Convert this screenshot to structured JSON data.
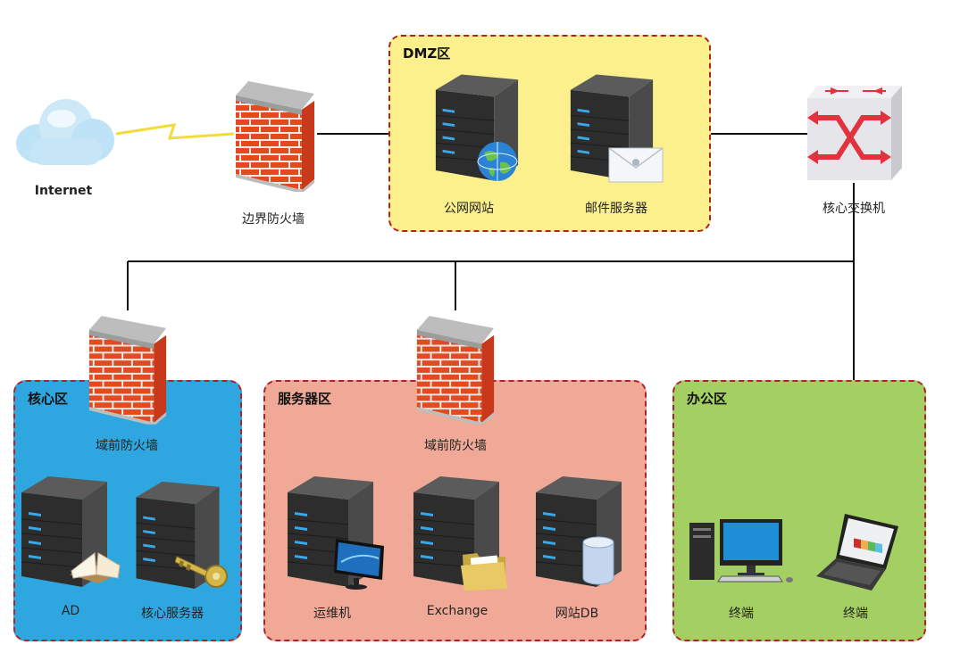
{
  "zones": {
    "dmz": {
      "title": "DMZ区",
      "color": "#fbf08c"
    },
    "core": {
      "title": "核心区",
      "color": "#2ea7e0"
    },
    "server": {
      "title": "服务器区",
      "color": "#efa996"
    },
    "office": {
      "title": "办公区",
      "color": "#a3cf63"
    }
  },
  "nodes": {
    "internet": "Internet",
    "border_firewall": "边界防火墙",
    "public_site": "公网网站",
    "mail_server": "邮件服务器",
    "core_switch": "核心交换机",
    "core_firewall": "域前防火墙",
    "server_firewall": "域前防火墙",
    "ad": "AD",
    "core_server": "核心服务器",
    "ops": "运维机",
    "exchange": "Exchange",
    "site_db": "网站DB",
    "terminal1": "终端",
    "terminal2": "终端"
  }
}
